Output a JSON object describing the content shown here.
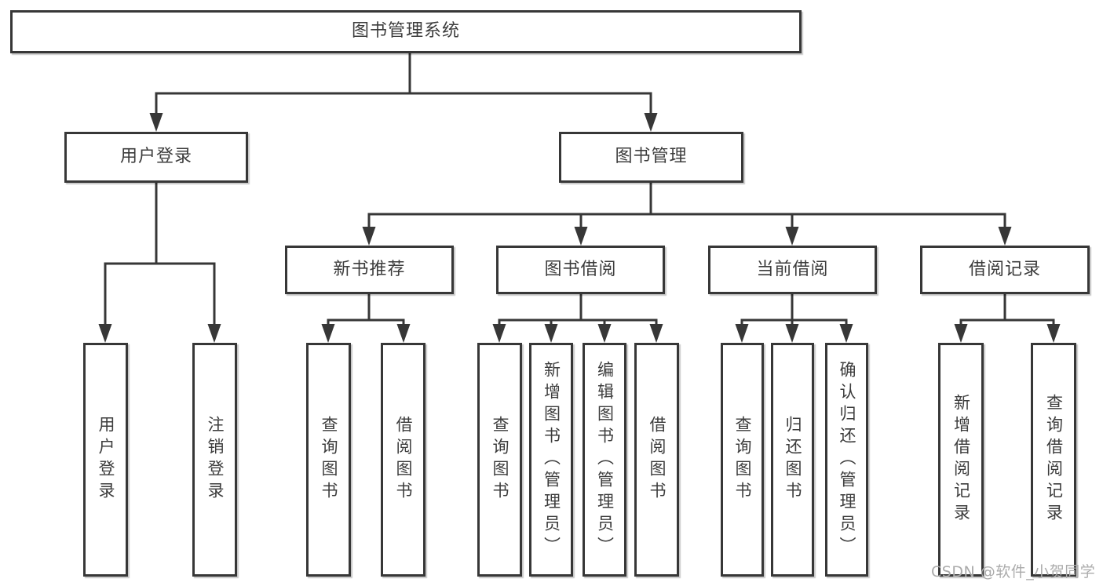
{
  "diagram": {
    "type": "functional-structure-tree",
    "root": {
      "id": "system",
      "label": "图书管理系统",
      "children": [
        {
          "id": "user-login",
          "label": "用户登录",
          "children": [
            {
              "id": "user-login-action",
              "label": "用户登录"
            },
            {
              "id": "logout-action",
              "label": "注销登录"
            }
          ]
        },
        {
          "id": "book-management",
          "label": "图书管理",
          "children": [
            {
              "id": "new-book-recommend",
              "label": "新书推荐",
              "children": [
                {
                  "id": "nbr-query-books",
                  "label": "查询图书"
                },
                {
                  "id": "nbr-borrow-books",
                  "label": "借阅图书"
                }
              ]
            },
            {
              "id": "book-borrowing",
              "label": "图书借阅",
              "children": [
                {
                  "id": "bb-query-books",
                  "label": "查询图书"
                },
                {
                  "id": "bb-add-books",
                  "label": "新增图书（管理员）"
                },
                {
                  "id": "bb-edit-books",
                  "label": "编辑图书（管理员）"
                },
                {
                  "id": "bb-borrow-books",
                  "label": "借阅图书"
                }
              ]
            },
            {
              "id": "current-borrowing",
              "label": "当前借阅",
              "children": [
                {
                  "id": "cb-query-books",
                  "label": "查询图书"
                },
                {
                  "id": "cb-return-books",
                  "label": "归还图书"
                },
                {
                  "id": "cb-confirm-return",
                  "label": "确认归还（管理员）"
                }
              ]
            },
            {
              "id": "borrowing-records",
              "label": "借阅记录",
              "children": [
                {
                  "id": "br-add-record",
                  "label": "新增借阅记录"
                },
                {
                  "id": "br-query-record",
                  "label": "查询借阅记录"
                }
              ]
            }
          ]
        }
      ]
    }
  },
  "watermark": {
    "text": "CSDN @软件_小贺同学"
  },
  "colors": {
    "line": "#373737",
    "box_border": "#373737",
    "box_background": "#ffffff",
    "text": "#3c3c3c",
    "watermark": "#ababab"
  }
}
